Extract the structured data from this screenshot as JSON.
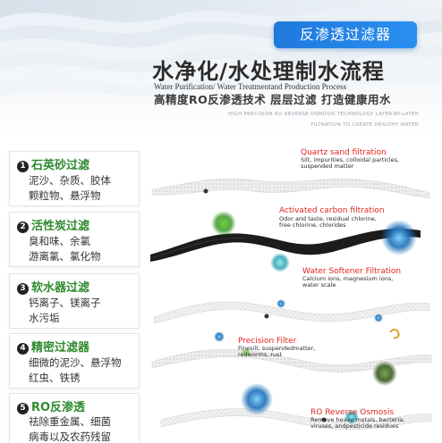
{
  "header": {
    "badge_label": "反渗透过滤器",
    "title": "水净化/水处理制水流程",
    "subtitle_en": "Water Purification/ Water Treatmentand Production Process",
    "slogan": "高精度RO反渗透技术 层层过滤 打造健康用水",
    "tiny_en_line1": "HIGH PRECISION RO REVERSE OSMOSIS TECHNOLOGY LAYER-BY-LAYER",
    "tiny_en_line2": "FILTRATION TO CREATE HEALTHY WATER"
  },
  "stages": [
    {
      "num": "1",
      "title": "石英砂过滤",
      "lines": [
        "泥沙、杂质、胶体",
        "颗粒物、悬浮物"
      ]
    },
    {
      "num": "2",
      "title": "活性炭过滤",
      "lines": [
        "臭和味、余氯",
        "游离氯、氯化物"
      ]
    },
    {
      "num": "3",
      "title": "软水器过滤",
      "lines": [
        "钙离子、镁离子",
        "水污垢"
      ]
    },
    {
      "num": "4",
      "title": "精密过滤器",
      "lines": [
        "细微的泥沙、悬浮物",
        "红虫、铁锈"
      ]
    },
    {
      "num": "5",
      "title": "RO反渗透",
      "lines": [
        "祛除重金属、细菌",
        "病毒以及农药残留"
      ]
    }
  ],
  "layers": [
    {
      "title": "Quartz  sand  filtration",
      "desc": [
        "Silt, impurities, colloidal particles,",
        "suspended matter"
      ]
    },
    {
      "title": "Activated  carbon  filtration",
      "desc": [
        "Odor and taste, residual chlorine,",
        "free chlorine, chlorides"
      ]
    },
    {
      "title": "Water  Softener  Filtration",
      "desc": [
        "Calcium ions, magnesium ions,",
        "water scale"
      ]
    },
    {
      "title": "Precision  Filter",
      "desc": [
        "Finesilt, suspendedmatter,",
        "redworms, rust"
      ]
    },
    {
      "title": "RO  Reverse  Osmosis",
      "desc": [
        "Remove heavy metals, bacteria,",
        "viruses, andpesticide residues"
      ]
    }
  ],
  "colors": {
    "badge_blue": "#2387e8",
    "stage_green": "#2f8a2f",
    "layer_red": "#e0261f",
    "carbon_black": "#1c1c1c"
  },
  "icons": {
    "number_badge": "filled-circle-digit",
    "particles": "blurred-sphere"
  }
}
